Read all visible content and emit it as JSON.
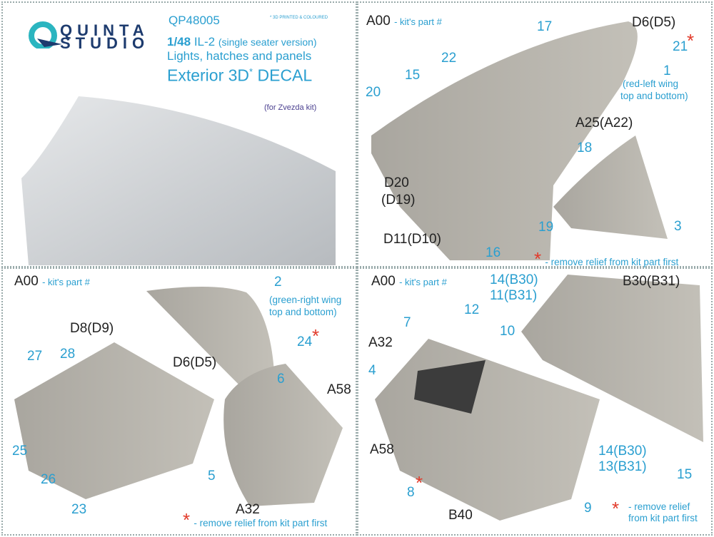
{
  "header": {
    "code": "QP48005",
    "printed_note": "3D PRINTED & COLOURED",
    "scale": "1/48",
    "model": "IL-2",
    "variant": "(single seater version)",
    "subtitle": "Lights, hatches and panels",
    "product": "Exterior 3D",
    "asterisk": "*",
    "decal": "DECAL",
    "kit": "(for Zvezda kit)",
    "logo_top": "QUINTA",
    "logo_bottom": "STUDIO"
  },
  "common": {
    "a00": "A00",
    "kits_part": "- kit's part #",
    "remove": "- remove relief from kit part first",
    "remove_l1": "- remove relief",
    "remove_l2": "from kit part first",
    "star": "*"
  },
  "tr": {
    "l17": "17",
    "d6": "D6(D5)",
    "l21": "21",
    "l1": "1",
    "red1": "(red-left wing",
    "red2": "top and bottom)",
    "l22": "22",
    "l15": "15",
    "l20": "20",
    "l18": "18",
    "a25": "A25(A22)",
    "d20": "D20",
    "d19": "(D19)",
    "l19": "19",
    "l3": "3",
    "d11": "D11(D10)",
    "l16": "16"
  },
  "bl": {
    "l2": "2",
    "g1": "(green-right wing",
    "g2": "top and bottom)",
    "d8": "D8(D9)",
    "l28": "28",
    "l24": "24",
    "d6": "D6(D5)",
    "l27": "27",
    "l6": "6",
    "a58": "A58",
    "l25": "25",
    "l26": "26",
    "l5": "5",
    "l23": "23",
    "a32": "A32"
  },
  "br": {
    "b14a": "14(B30)",
    "b11": "11(B31)",
    "b30": "B30(B31)",
    "l12": "12",
    "l10": "10",
    "a32": "A32",
    "l7": "7",
    "l4": "4",
    "a58": "A58",
    "b14b": "14(B30)",
    "b13": "13(B31)",
    "l15": "15",
    "l8": "8",
    "l9": "9",
    "b40": "B40"
  }
}
